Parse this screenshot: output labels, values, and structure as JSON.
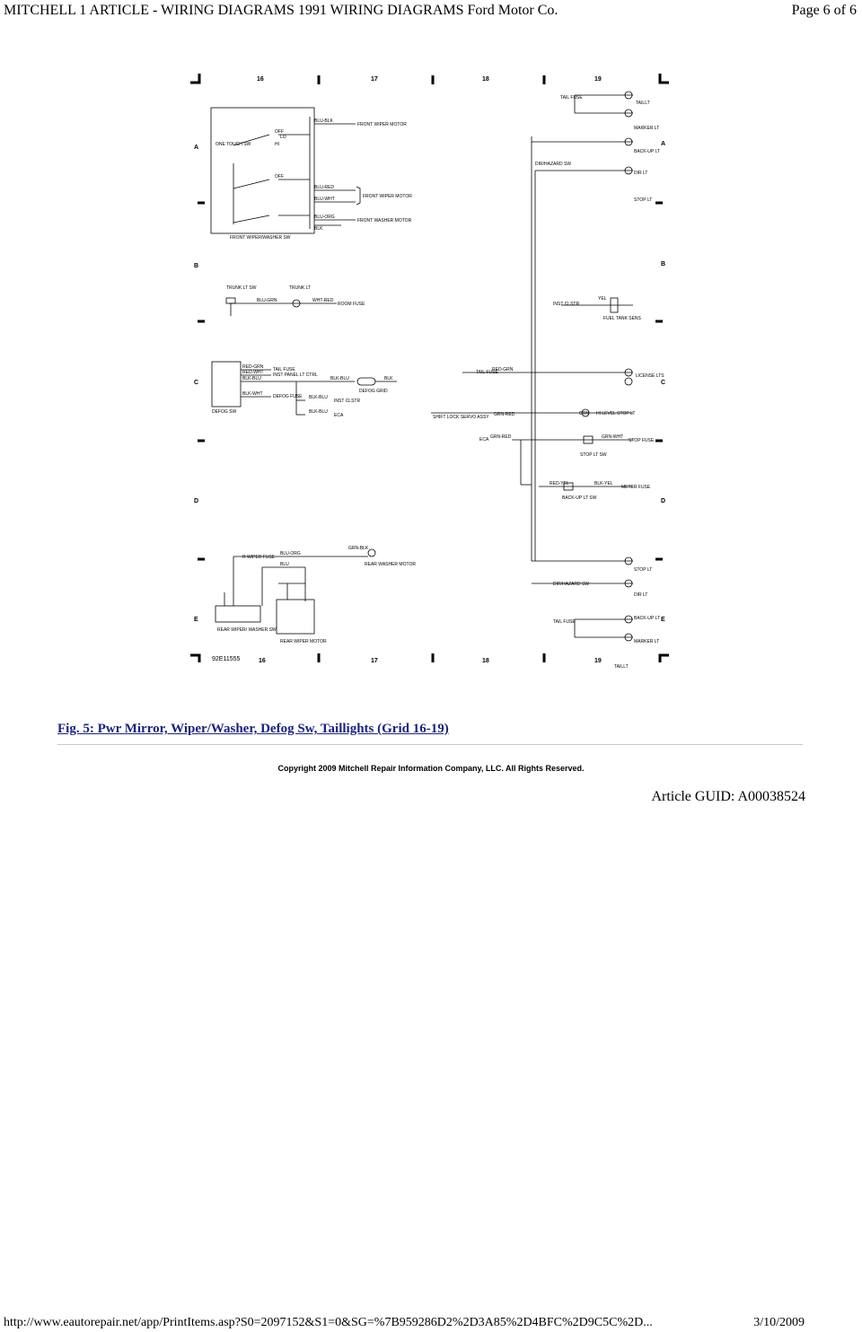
{
  "header": {
    "title": "MITCHELL 1 ARTICLE - WIRING DIAGRAMS 1991 WIRING DIAGRAMS Ford Motor Co.",
    "page": "Page 6 of 6"
  },
  "diagram": {
    "grid_columns": [
      "16",
      "17",
      "18",
      "19"
    ],
    "grid_rows": [
      "A",
      "B",
      "C",
      "D",
      "E"
    ],
    "code": "92E11555",
    "labels": {
      "front_wiper_washer_sw": "FRONT WIPER/WASHER SW",
      "one_touch_sw": "ONE TOUCH SW",
      "off": "OFF",
      "lo": "LO",
      "hi": "HI",
      "front_wiper_motor": "FRONT WIPER MOTOR",
      "front_washer_motor": "FRONT WASHER MOTOR",
      "trunk_lt_sw": "TRUNK LT SW",
      "trunk_lt": "TRUNK LT",
      "room_fuse": "ROOM FUSE",
      "tail_fuse": "TAIL FUSE",
      "inst_panel_lt_ctrl": "INST PANEL LT CTRL",
      "defog_fuse": "DEFOG FUSE",
      "defog_sw": "DEFOG SW",
      "defog_grid": "DEFOG GRID",
      "inst_clstr": "INST CLSTR",
      "eca": "ECA",
      "r_wiper_fuse": "R WIPER FUSE",
      "rear_washer_motor": "REAR WASHER MOTOR",
      "rear_wiper_washer_sw": "REAR WIPER/ WASHER SW",
      "rear_wiper_motor": "REAR WIPER MOTOR",
      "taillt": "TAILLT",
      "marker_lt": "MARKER LT",
      "back_up_lt": "BACK-UP LT",
      "dir_lt": "DIR LT",
      "stop_lt": "STOP LT",
      "dir_hazard_sw": "DIR/HAZARD SW",
      "inst_clstr2": "INST CLSTR",
      "fuel_tank_sens": "FUEL TANK SENS",
      "license_lts": "LICENSE LTS",
      "hi_level_stop_lt": "HI LEVEL STOP LT",
      "shift_lock_servo_assy": "SHIFT LOCK SERVO ASSY",
      "stop_fuse": "STOP FUSE",
      "stop_lt_sw": "STOP LT SW",
      "meter_fuse": "METER FUSE",
      "back_up_lt_sw": "BACK-UP LT SW"
    },
    "wires": {
      "blu_blk": "BLU-BLK",
      "blu_red": "BLU-RED",
      "blu_wht": "BLU-WHT",
      "blu_org": "BLU-ORG",
      "blk": "BLK",
      "blu_grn": "BLU-GRN",
      "wht_red": "WHT-RED",
      "red_grn": "RED-GRN",
      "red_wht": "RED-WHT",
      "blk_blu": "BLK-BLU",
      "blk_wht": "BLK-WHT",
      "grn_blk": "GRN-BLK",
      "blu": "BLU",
      "red_yel": "RED-YEL",
      "grn_red": "GRN-RED",
      "yel": "YEL",
      "grn_wht": "GRN-WHT",
      "blk_yel": "BLK-YEL",
      "grn": "GRN"
    }
  },
  "caption": {
    "figure_link": "Fig. 5: Pwr Mirror, Wiper/Washer, Defog Sw, Taillights (Grid 16-19)"
  },
  "copyright": "Copyright 2009 Mitchell Repair Information Company, LLC.  All Rights Reserved.",
  "guid": "Article GUID: A00038524",
  "footer": {
    "url": "http://www.eautorepair.net/app/PrintItems.asp?S0=2097152&S1=0&SG=%7B959286D2%2D3A85%2D4BFC%2D9C5C%2D...",
    "date": "3/10/2009"
  }
}
